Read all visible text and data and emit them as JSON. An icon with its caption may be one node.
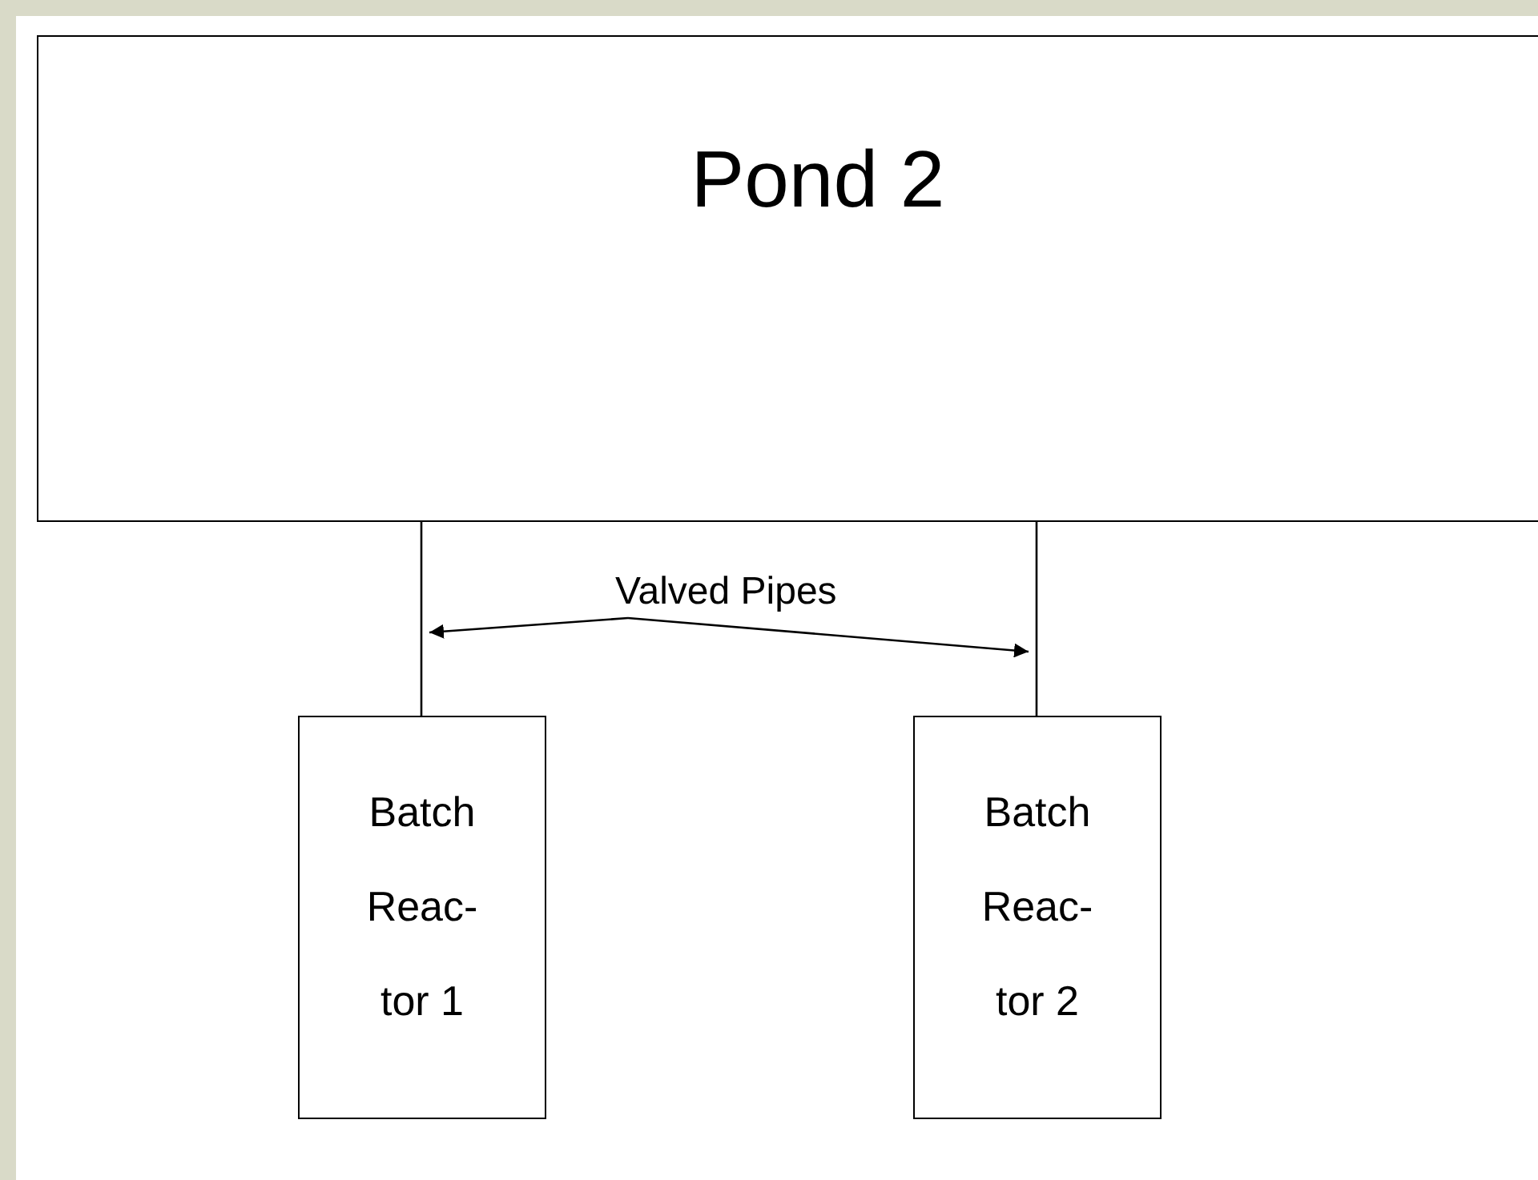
{
  "diagram": {
    "nodes": [
      {
        "text": [
          "Pond 2"
        ]
      },
      {
        "text": [
          "Batch Reac- tor 1"
        ]
      },
      {
        "text": [
          "Batch Reac- tor 2"
        ]
      },
      {
        "text": [
          "Valved Pipes"
        ]
      }
    ],
    "edges": [
      {
        "from": 0,
        "to": 1,
        "arrow": "none"
      },
      {
        "from": 0,
        "to": 2,
        "arrow": "none"
      },
      {
        "from": 3,
        "to": null,
        "arrow": "to"
      },
      {
        "from": 3,
        "to": null,
        "arrow": "to"
      }
    ]
  }
}
